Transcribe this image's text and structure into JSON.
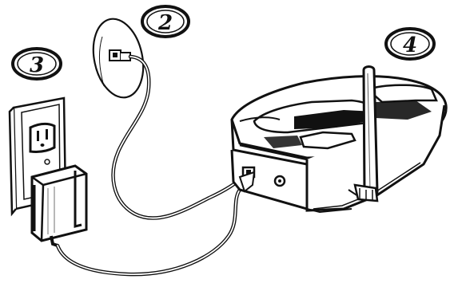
{
  "callouts": [
    {
      "id": "phone-jack",
      "number": "2"
    },
    {
      "id": "wall-outlet",
      "number": "3"
    },
    {
      "id": "base-unit",
      "number": "4"
    }
  ],
  "palette": {
    "ink": "#111111",
    "paper": "#ffffff",
    "shade": "#cfcfcf"
  },
  "icons": [
    "phone-jack-icon",
    "wall-outlet-icon",
    "power-adapter-icon",
    "base-station-icon",
    "antenna-icon"
  ]
}
